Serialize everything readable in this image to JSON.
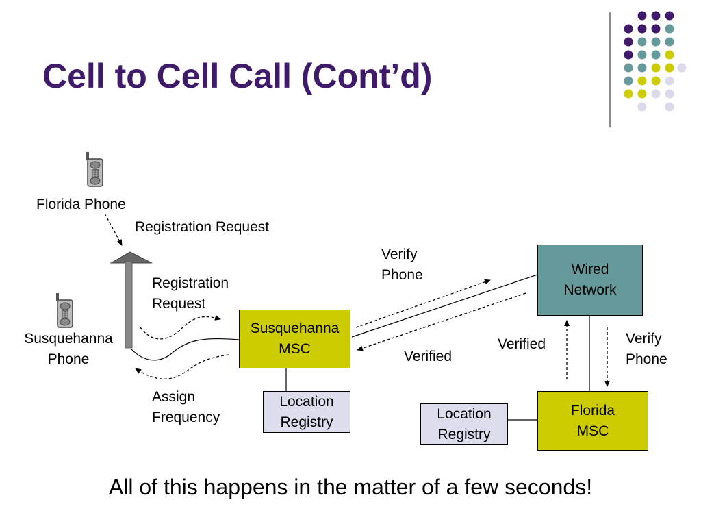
{
  "slide": {
    "title": "Cell to Cell Call (Cont’d)",
    "footer": "All of this happens in the matter of a few seconds!"
  },
  "labels": {
    "florida_phone": "Florida Phone",
    "registration_request_top": "Registration Request",
    "registration_request_mid": [
      "Registration",
      "Request"
    ],
    "susquehanna_phone": [
      "Susquehanna",
      "Phone"
    ],
    "assign_frequency": [
      "Assign",
      "Frequency"
    ],
    "verify_phone_top": [
      "Verify",
      "Phone"
    ],
    "verified_mid": "Verified",
    "verified_right": "Verified",
    "verify_phone_right": [
      "Verify",
      "Phone"
    ]
  },
  "boxes": {
    "susquehanna_msc": [
      "Susquehanna",
      "MSC"
    ],
    "location_registry_left": [
      "Location",
      "Registry"
    ],
    "wired_network": [
      "Wired",
      "Network"
    ],
    "florida_msc": [
      "Florida",
      "MSC"
    ],
    "location_registry_right": [
      "Location",
      "Registry"
    ]
  },
  "colors": {
    "title": "#3f1a6b",
    "msc_fill": "#cccc00",
    "wired_fill": "#669999",
    "registry_fill": "#ddddee",
    "dot_purple": "#3f1a6b",
    "dot_teal": "#669999",
    "dot_yellow": "#cccc00",
    "dot_lavender": "#dadaea"
  }
}
